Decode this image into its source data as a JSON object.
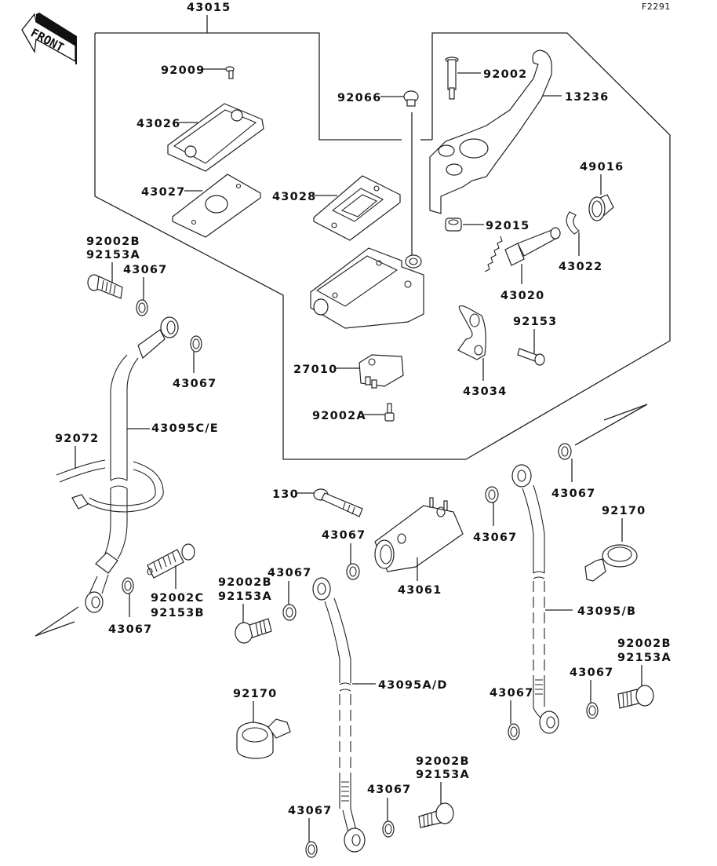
{
  "diagram": {
    "figure_code": "F2291",
    "front_indicator": "FRONT",
    "group_label": "43015",
    "labels": {
      "l92009": "92009",
      "l43026": "43026",
      "l43027": "43027",
      "l43028": "43028",
      "l92066": "92066",
      "l92002": "92002",
      "l13236": "13236",
      "l49016": "49016",
      "l92015": "92015",
      "l43022": "43022",
      "l43020": "43020",
      "l92153": "92153",
      "l43034": "43034",
      "l27010": "27010",
      "l92002A": "92002A",
      "tl_92002B": "92002B",
      "tl_92153A": "92153A",
      "tl_43067a": "43067",
      "tl_43067b": "43067",
      "l43095CE": "43095C/E",
      "l92072": "92072",
      "l43067_left_low": "43067",
      "l92002C": "92002C",
      "l92153B": "92153B",
      "l130": "130",
      "l43067_mid": "43067",
      "l43061": "43061",
      "l43067_mid2": "43067",
      "l43067_right_top": "43067",
      "l92170_right": "92170",
      "l43095B": "43095/B",
      "mid_92002B": "92002B",
      "mid_92153A": "92153A",
      "mid_43067": "43067",
      "l43095AD": "43095A/D",
      "l92170_left": "92170",
      "bot_43067_left": "43067",
      "bot_43067_mid": "43067",
      "bot_92002B": "92002B",
      "bot_92153A": "92153A",
      "right_92002B": "92002B",
      "right_92153A": "92153A",
      "right_43067": "43067",
      "right_43067_low": "43067"
    }
  }
}
